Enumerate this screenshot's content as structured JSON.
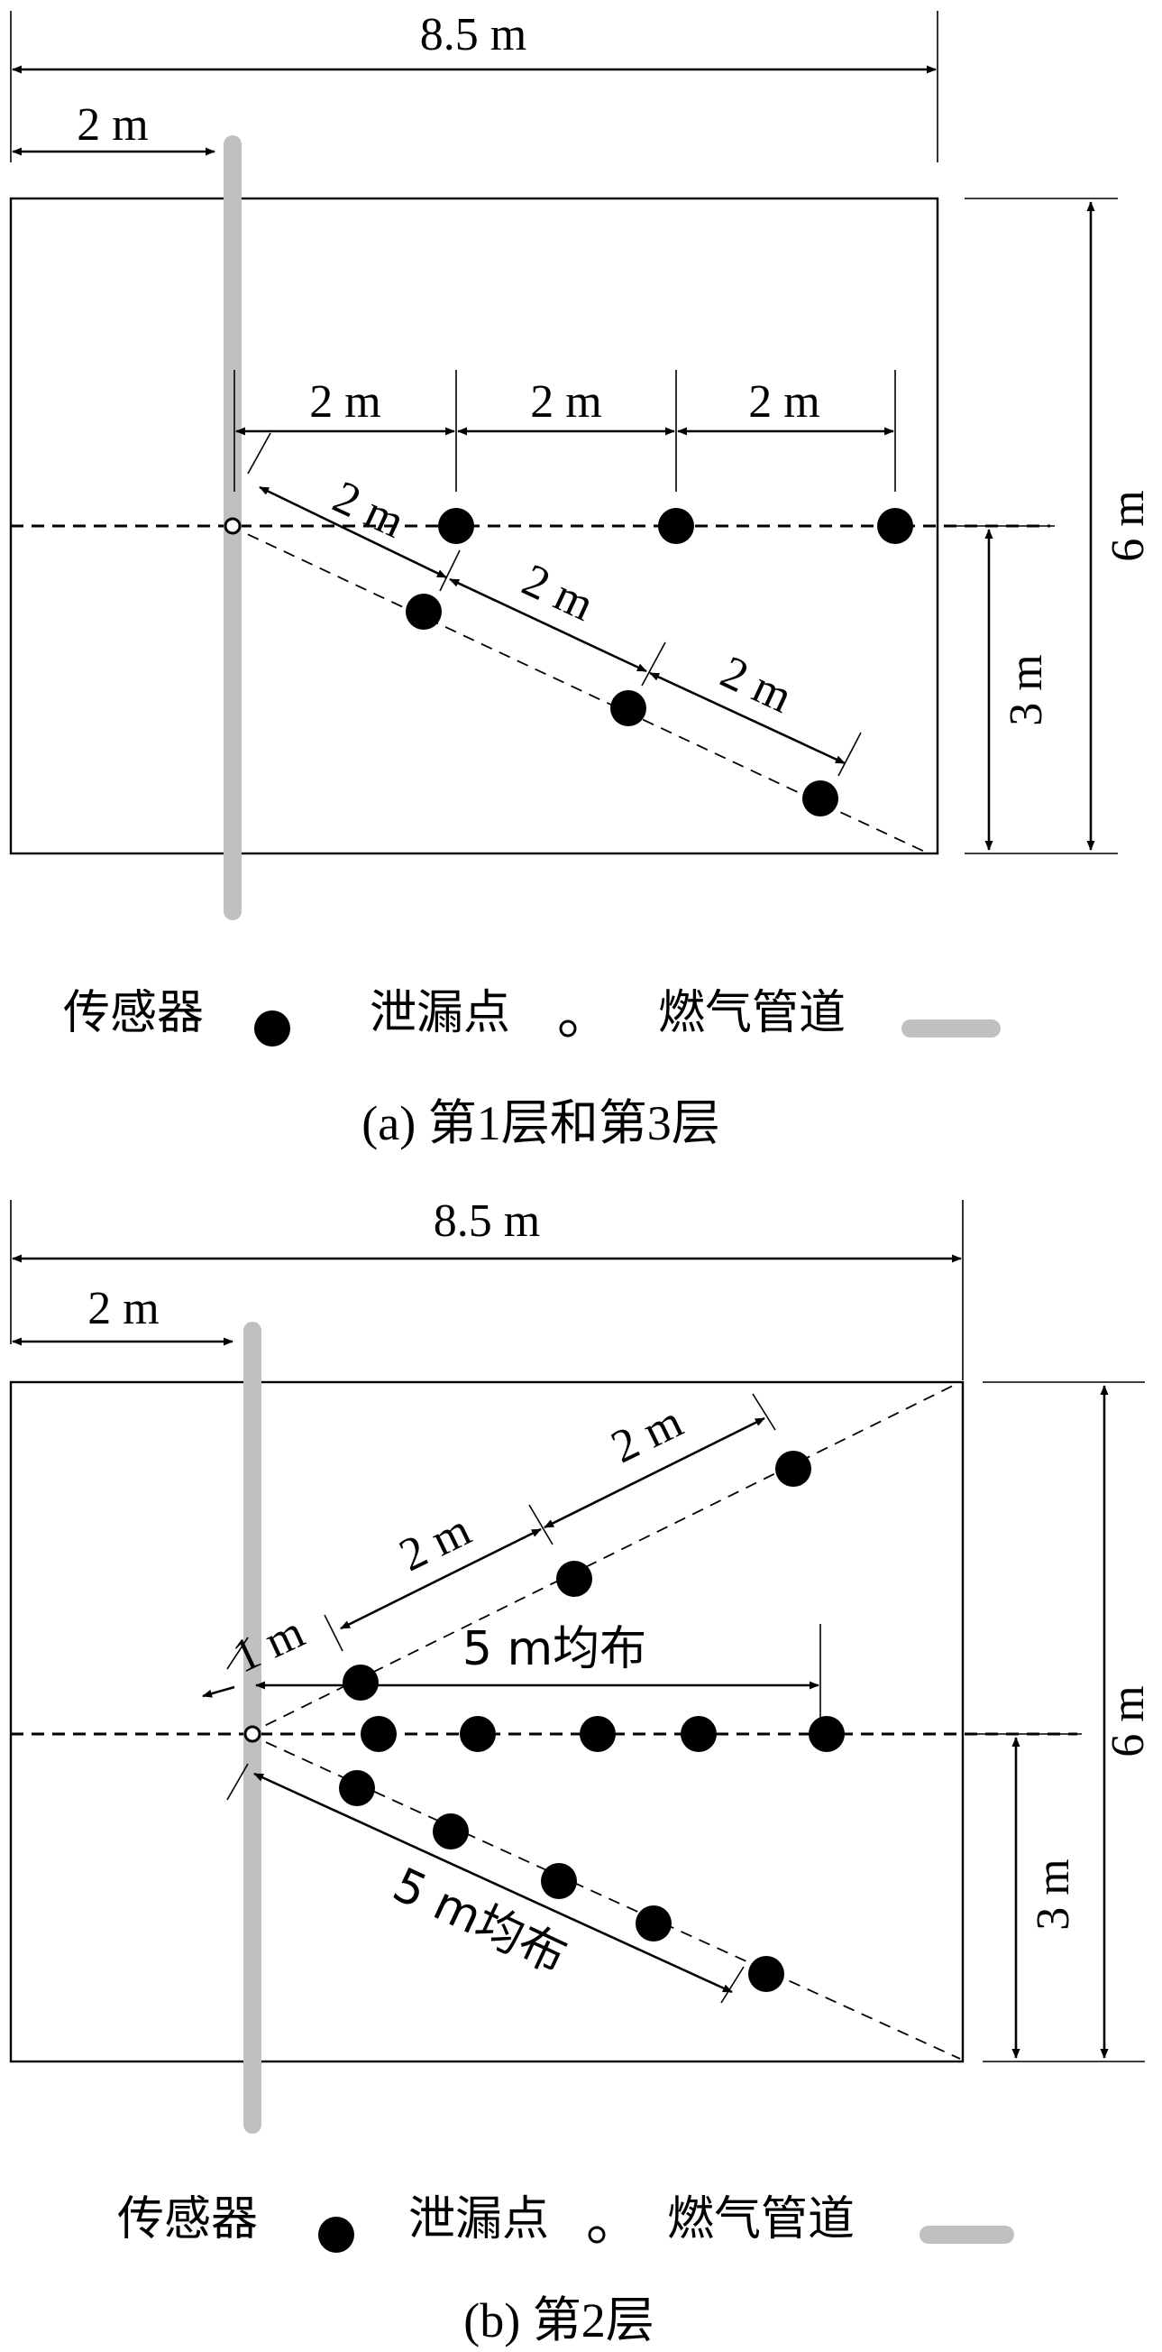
{
  "panel_a": {
    "caption": "(a) 第1层和第3层",
    "width_label": "8.5 m",
    "pipe_offset_label": "2 m",
    "height_label": "6 m",
    "half_height_label": "3 m",
    "row_spacing_labels": [
      "2 m",
      "2 m",
      "2 m"
    ],
    "diag_spacing_labels": [
      "2 m",
      "2 m",
      "2 m"
    ]
  },
  "panel_b": {
    "caption": "(b) 第2层",
    "width_label": "8.5 m",
    "pipe_offset_label": "2 m",
    "height_label": "6 m",
    "half_height_label": "3 m",
    "first_offset_label": "1 m",
    "horizontal_spread_label": "5 m均布",
    "lower_spread_label": "5 m均布",
    "upper_spacing_labels": [
      "2 m",
      "2 m"
    ]
  },
  "legend": {
    "sensor": "传感器",
    "leak_point": "泄漏点",
    "gas_pipe": "燃气管道"
  },
  "colors": {
    "sensor": "#000000",
    "pipe": "#c0c0c0",
    "leak_fill": "#ffffff"
  }
}
